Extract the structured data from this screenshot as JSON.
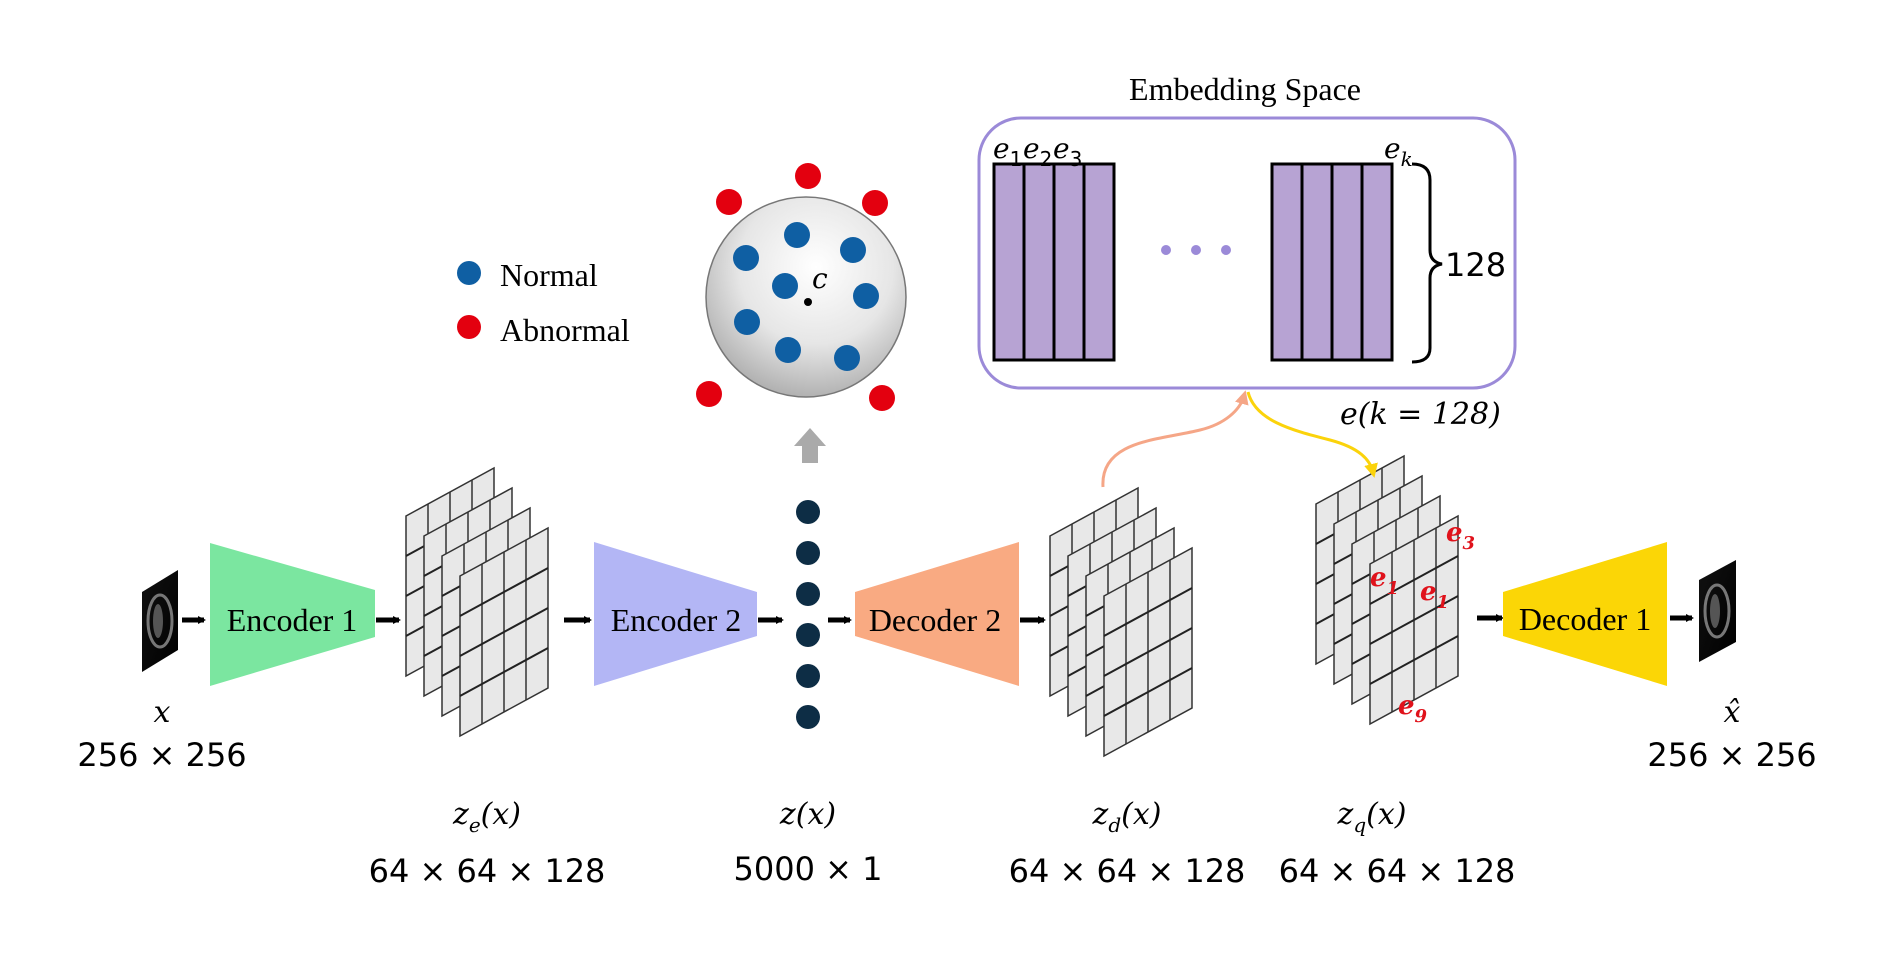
{
  "colors": {
    "encoder1": "#7be6a0",
    "encoder2": "#b3b6f5",
    "decoder2": "#f9aa82",
    "decoder1": "#fbd606",
    "normal_dot": "#0f5fa3",
    "abnormal_dot": "#e3000f",
    "latent_dot": "#0d2d45",
    "embedding_fill": "#b7a3d3",
    "embedding_border": "#9b8ad8",
    "grid_fill": "#e8e8e8",
    "arrow_up": "#aaaaaa",
    "arrow_to_embedding": "#f5a687",
    "arrow_from_embedding": "#fbd30b",
    "code_label": "#e0121b"
  },
  "blocks": {
    "encoder1": "Encoder 1",
    "encoder2": "Encoder 2",
    "decoder2": "Decoder 2",
    "decoder1": "Decoder 1"
  },
  "legend": {
    "normal": "Normal",
    "abnormal": "Abnormal"
  },
  "sphere": {
    "center_label": "c"
  },
  "embedding": {
    "title": "Embedding Space",
    "labels": [
      "e",
      "e",
      "e"
    ],
    "subscripts": [
      "1",
      "2",
      "3"
    ],
    "last_label": "e",
    "last_subscript": "k",
    "ellipsis": "• • •",
    "dimension": "128",
    "k_label": "e(k = 128)"
  },
  "quantized_codes": [
    {
      "base": "e",
      "sub": "3"
    },
    {
      "base": "e",
      "sub": "1"
    },
    {
      "base": "e",
      "sub": "1"
    },
    {
      "base": "e",
      "sub": "9"
    }
  ],
  "tensors": {
    "input": {
      "symbol": "x",
      "shape": "256 × 256"
    },
    "ze": {
      "symbol": "z",
      "sub": "e",
      "arg": "(x)",
      "shape": "64 × 64 × 128"
    },
    "z": {
      "symbol": "z",
      "arg": "(x)",
      "shape": "5000 × 1"
    },
    "zd": {
      "symbol": "z",
      "sub": "d",
      "arg": "(x)",
      "shape": "64 × 64 × 128"
    },
    "zq": {
      "symbol": "z",
      "sub": "q",
      "arg": "(x)",
      "shape": "64 × 64 × 128"
    },
    "output": {
      "symbol": "x̂",
      "shape": "256 × 256"
    }
  }
}
